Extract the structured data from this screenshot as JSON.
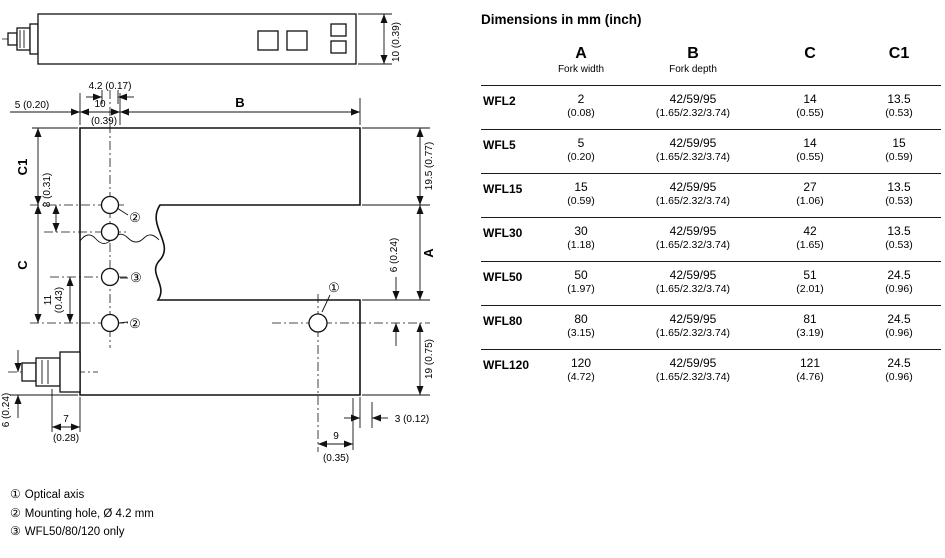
{
  "title": "Dimensions in mm (inch)",
  "drawing": {
    "labels": {
      "tv_thickness": "10 (0.39)",
      "hole_dia": "4.2 (0.17)",
      "d10": "10",
      "d10_in": "(0.39)",
      "d5": "5 (0.20)",
      "fork_depth": "B",
      "c1": "C1",
      "d8": "8 (0.31)",
      "c": "C",
      "d11": "11",
      "d11_in": "(0.43)",
      "d195": "19.5 (0.77)",
      "fork_width": "A",
      "d6_right": "6 (0.24)",
      "d19": "19 (0.75)",
      "d6_bottom": "6 (0.24)",
      "d7": "7",
      "d7_in": "(0.28)",
      "d3": "3 (0.12)",
      "d9": "9",
      "d9_in": "(0.35)",
      "marker1": "①",
      "marker2": "②",
      "marker3": "③"
    }
  },
  "footnotes": [
    {
      "marker": "①",
      "text": "Optical axis"
    },
    {
      "marker": "②",
      "text": "Mounting hole, Ø 4.2 mm"
    },
    {
      "marker": "③",
      "text": "WFL50/80/120 only"
    }
  ],
  "table": {
    "headers": [
      {
        "letter": "A",
        "sub": "Fork width"
      },
      {
        "letter": "B",
        "sub": "Fork depth"
      },
      {
        "letter": "C",
        "sub": ""
      },
      {
        "letter": "C1",
        "sub": ""
      }
    ],
    "rows": [
      {
        "model": "WFL2",
        "a": "2",
        "a_in": "(0.08)",
        "b": "42/59/95",
        "b_in": "(1.65/2.32/3.74)",
        "c": "14",
        "c_in": "(0.55)",
        "c1": "13.5",
        "c1_in": "(0.53)"
      },
      {
        "model": "WFL5",
        "a": "5",
        "a_in": "(0.20)",
        "b": "42/59/95",
        "b_in": "(1.65/2.32/3.74)",
        "c": "14",
        "c_in": "(0.55)",
        "c1": "15",
        "c1_in": "(0.59)"
      },
      {
        "model": "WFL15",
        "a": "15",
        "a_in": "(0.59)",
        "b": "42/59/95",
        "b_in": "(1.65/2.32/3.74)",
        "c": "27",
        "c_in": "(1.06)",
        "c1": "13.5",
        "c1_in": "(0.53)"
      },
      {
        "model": "WFL30",
        "a": "30",
        "a_in": "(1.18)",
        "b": "42/59/95",
        "b_in": "(1.65/2.32/3.74)",
        "c": "42",
        "c_in": "(1.65)",
        "c1": "13.5",
        "c1_in": "(0.53)"
      },
      {
        "model": "WFL50",
        "a": "50",
        "a_in": "(1.97)",
        "b": "42/59/95",
        "b_in": "(1.65/2.32/3.74)",
        "c": "51",
        "c_in": "(2.01)",
        "c1": "24.5",
        "c1_in": "(0.96)"
      },
      {
        "model": "WFL80",
        "a": "80",
        "a_in": "(3.15)",
        "b": "42/59/95",
        "b_in": "(1.65/2.32/3.74)",
        "c": "81",
        "c_in": "(3.19)",
        "c1": "24.5",
        "c1_in": "(0.96)"
      },
      {
        "model": "WFL120",
        "a": "120",
        "a_in": "(4.72)",
        "b": "42/59/95",
        "b_in": "(1.65/2.32/3.74)",
        "c": "121",
        "c_in": "(4.76)",
        "c1": "24.5",
        "c1_in": "(0.96)"
      }
    ]
  }
}
